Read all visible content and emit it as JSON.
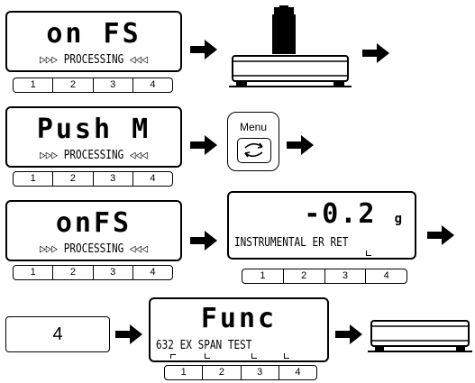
{
  "row1": {
    "display_main": "on FS",
    "display_sub": "▷▷▷ PROCESSING ◁◁◁",
    "keys": [
      "1",
      "2",
      "3",
      "4"
    ]
  },
  "row2": {
    "display_main": "Push M",
    "display_sub": "▷▷▷ PROCESSING ◁◁◁",
    "keys": [
      "1",
      "2",
      "3",
      "4"
    ],
    "menu_button_label": "Menu"
  },
  "row3": {
    "display_main": "onFS",
    "display_sub": "▷▷▷ PROCESSING ◁◁◁",
    "keys": [
      "1",
      "2",
      "3",
      "4"
    ],
    "result_value": "-0.2",
    "result_unit": "g",
    "result_sub": "INSTRUMENTAL ER RET",
    "result_keys": [
      "1",
      "2",
      "3",
      "4"
    ]
  },
  "row4": {
    "input_value": "4",
    "display_main": "Func",
    "display_sub": "632  EX SPAN TEST",
    "keys": [
      "1",
      "2",
      "3",
      "4"
    ]
  },
  "icons": {
    "arrow": "arrow-right-icon",
    "scale_with_weight": "scale-with-weight-icon",
    "empty_scale": "empty-scale-icon",
    "menu_cycle": "cycle-arrows-icon"
  }
}
